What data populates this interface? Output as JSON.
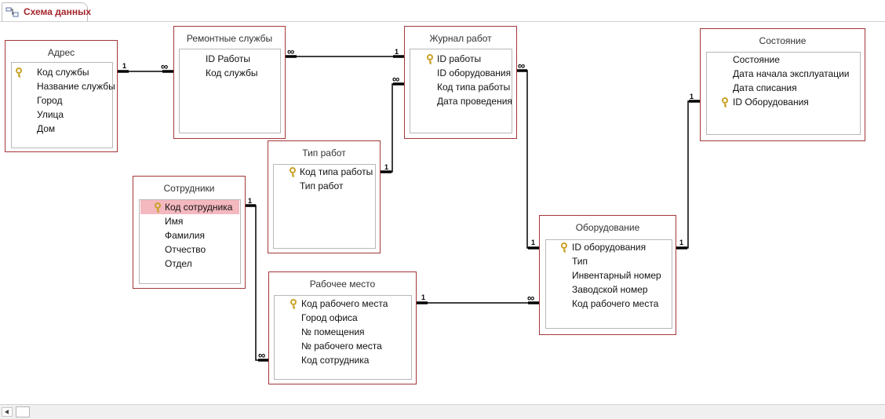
{
  "tab": {
    "label": "Схема данных",
    "icon": "relationships-icon"
  },
  "colors": {
    "accent": "#a4262c",
    "table_border": "#a4373a",
    "selected_field": "#f4b8bf",
    "key_icon": "#c9a227"
  },
  "tables": {
    "address": {
      "title": "Адрес",
      "fields": [
        {
          "name": "Код службы",
          "key": true
        },
        {
          "name": "Название службы",
          "key": false
        },
        {
          "name": "Город",
          "key": false
        },
        {
          "name": "Улица",
          "key": false
        },
        {
          "name": "Дом",
          "key": false
        }
      ]
    },
    "repair": {
      "title": "Ремонтные службы",
      "fields": [
        {
          "name": "ID Работы",
          "key": false
        },
        {
          "name": "Код службы",
          "key": false
        }
      ]
    },
    "journal": {
      "title": "Журнал работ",
      "fields": [
        {
          "name": "ID работы",
          "key": true
        },
        {
          "name": "ID оборудования",
          "key": false
        },
        {
          "name": "Код типа работы",
          "key": false
        },
        {
          "name": "Дата проведения",
          "key": false
        }
      ]
    },
    "state": {
      "title": "Состояние",
      "fields": [
        {
          "name": "Состояние",
          "key": false
        },
        {
          "name": "Дата начала эксплуатации",
          "key": false
        },
        {
          "name": "Дата списания",
          "key": false
        },
        {
          "name": "ID Оборудования",
          "key": true
        }
      ]
    },
    "worktype": {
      "title": "Тип работ",
      "fields": [
        {
          "name": "Код типа работы",
          "key": true
        },
        {
          "name": "Тип работ",
          "key": false
        }
      ]
    },
    "employees": {
      "title": "Сотрудники",
      "fields": [
        {
          "name": "Код сотрудника",
          "key": true,
          "selected": true
        },
        {
          "name": "Имя",
          "key": false
        },
        {
          "name": "Фамилия",
          "key": false
        },
        {
          "name": "Отчество",
          "key": false
        },
        {
          "name": "Отдел",
          "key": false
        }
      ]
    },
    "workplace": {
      "title": "Рабочее место",
      "fields": [
        {
          "name": "Код рабочего места",
          "key": true
        },
        {
          "name": "Город офиса",
          "key": false
        },
        {
          "name": "№ помещения",
          "key": false
        },
        {
          "name": "№ рабочего места",
          "key": false
        },
        {
          "name": "Код сотрудника",
          "key": false
        }
      ]
    },
    "equipment": {
      "title": "Оборудование",
      "fields": [
        {
          "name": "ID оборудования",
          "key": true
        },
        {
          "name": "Тип",
          "key": false
        },
        {
          "name": "Инвентарный номер",
          "key": false
        },
        {
          "name": "Заводской номер",
          "key": false
        },
        {
          "name": "Код рабочего места",
          "key": false
        }
      ]
    }
  },
  "cardinality": {
    "one": "1",
    "many": "∞"
  }
}
